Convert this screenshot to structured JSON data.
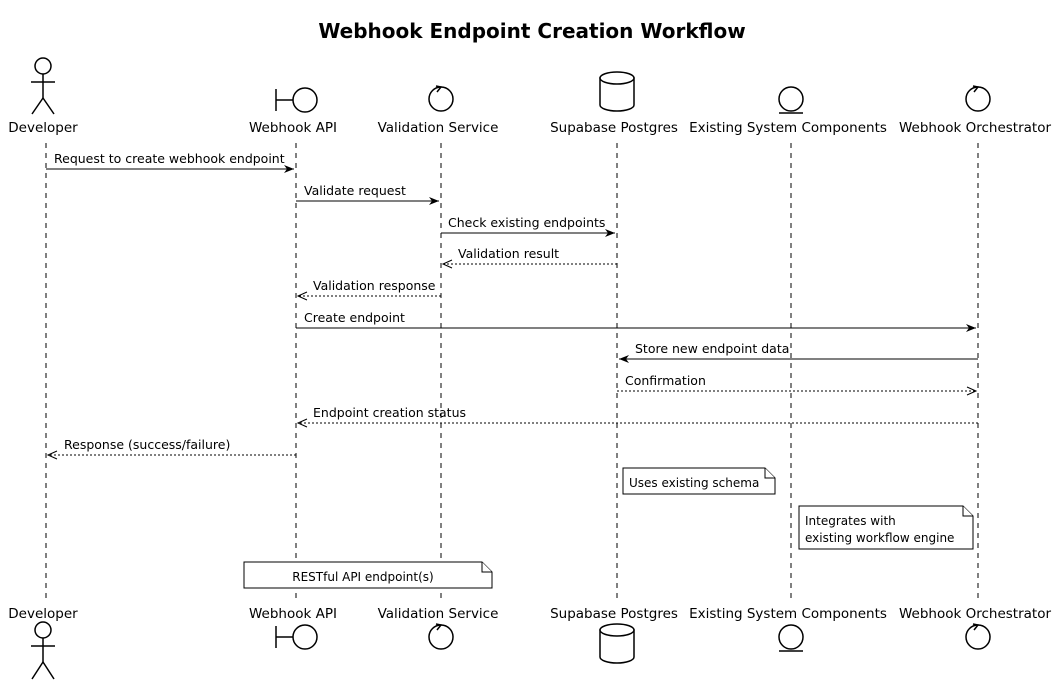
{
  "title": "Webhook Endpoint Creation Workflow",
  "participants": [
    {
      "id": "developer",
      "label": "Developer",
      "kind": "actor"
    },
    {
      "id": "webhook-api",
      "label": "Webhook API",
      "kind": "boundary"
    },
    {
      "id": "validation-service",
      "label": "Validation Service",
      "kind": "control"
    },
    {
      "id": "supabase-postgres",
      "label": "Supabase Postgres",
      "kind": "database"
    },
    {
      "id": "existing-system-components",
      "label": "Existing System Components",
      "kind": "entity"
    },
    {
      "id": "webhook-orchestrator",
      "label": "Webhook Orchestrator",
      "kind": "control"
    }
  ],
  "messages": [
    {
      "from": "developer",
      "to": "webhook-api",
      "label": "Request to create webhook endpoint",
      "style": "solid"
    },
    {
      "from": "webhook-api",
      "to": "validation-service",
      "label": "Validate request",
      "style": "solid"
    },
    {
      "from": "validation-service",
      "to": "supabase-postgres",
      "label": "Check existing endpoints",
      "style": "solid"
    },
    {
      "from": "supabase-postgres",
      "to": "validation-service",
      "label": "Validation result",
      "style": "dashed"
    },
    {
      "from": "validation-service",
      "to": "webhook-api",
      "label": "Validation response",
      "style": "dashed"
    },
    {
      "from": "webhook-api",
      "to": "webhook-orchestrator",
      "label": "Create endpoint",
      "style": "solid"
    },
    {
      "from": "webhook-orchestrator",
      "to": "supabase-postgres",
      "label": "Store new endpoint data",
      "style": "solid"
    },
    {
      "from": "supabase-postgres",
      "to": "webhook-orchestrator",
      "label": "Confirmation",
      "style": "dashed"
    },
    {
      "from": "webhook-orchestrator",
      "to": "webhook-api",
      "label": "Endpoint creation status",
      "style": "dashed"
    },
    {
      "from": "webhook-api",
      "to": "developer",
      "label": "Response (success/failure)",
      "style": "dashed"
    }
  ],
  "notes": [
    {
      "lines": [
        "Uses existing schema"
      ]
    },
    {
      "lines": [
        "Integrates with",
        "existing workflow engine"
      ]
    },
    {
      "lines": [
        "RESTful API endpoint(s)"
      ]
    }
  ]
}
